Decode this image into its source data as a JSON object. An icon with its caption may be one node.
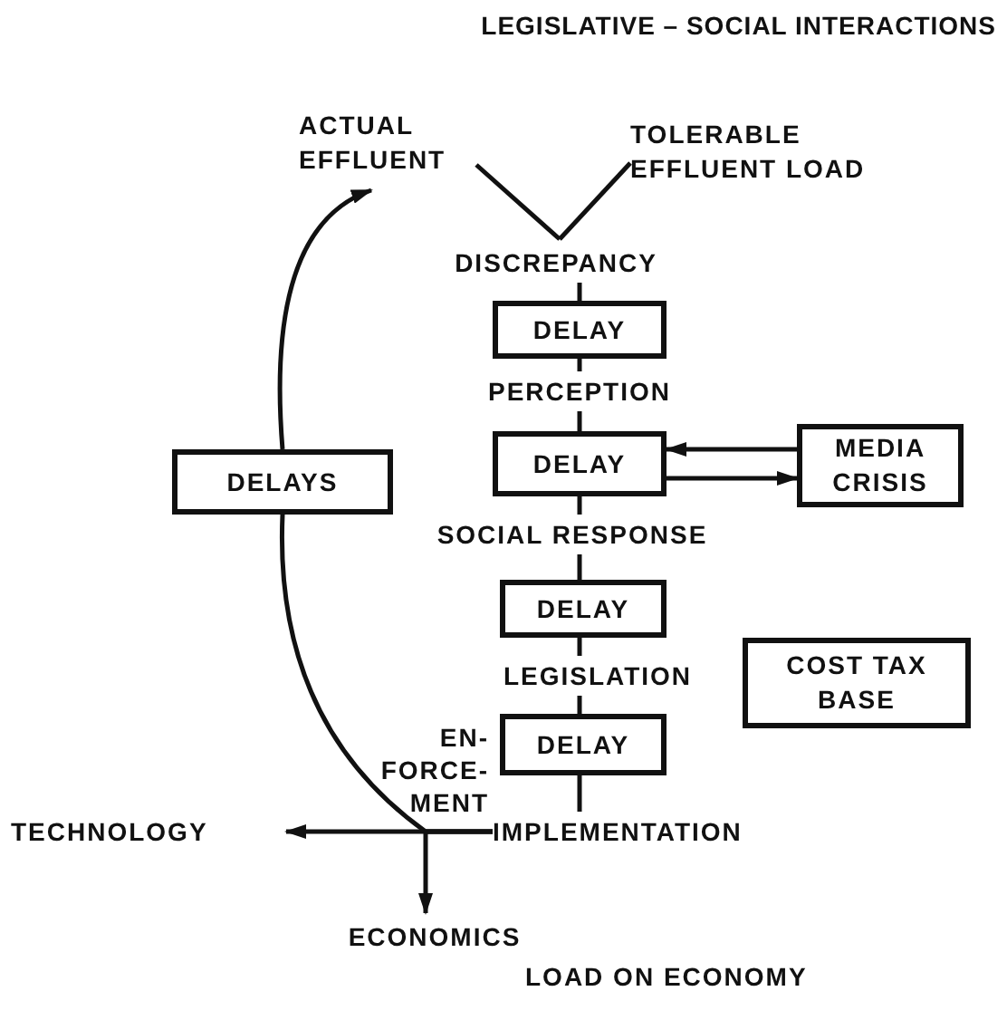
{
  "diagram": {
    "title": "LEGISLATIVE – SOCIAL INTERACTIONS",
    "nodes": [
      {
        "text": [
          "ACTUAL EFFLUENT"
        ]
      },
      {
        "text": [
          "TOLERABLE EFFLUENT LOAD"
        ]
      },
      {
        "text": [
          "DISCREPANCY"
        ]
      },
      {
        "text": [
          "DELAY"
        ]
      },
      {
        "text": [
          "PERCEPTION"
        ]
      },
      {
        "text": [
          "DELAY"
        ]
      },
      {
        "text": [
          "MEDIA CRISIS"
        ]
      },
      {
        "text": [
          "SOCIAL RESPONSE"
        ]
      },
      {
        "text": [
          "DELAY"
        ]
      },
      {
        "text": [
          "LEGISLATION"
        ]
      },
      {
        "text": [
          "COST TAX BASE"
        ]
      },
      {
        "text": [
          "DELAY"
        ]
      },
      {
        "text": [
          "IMPLEMENTATION"
        ]
      },
      {
        "text": [
          "TECHNOLOGY"
        ]
      },
      {
        "text": [
          "ECONOMICS"
        ]
      },
      {
        "text": [
          "DELAYS"
        ]
      }
    ],
    "edges": [
      {
        "from": 0,
        "to": 2,
        "arrow": "none"
      },
      {
        "from": 1,
        "to": 2,
        "arrow": "none"
      },
      {
        "from": 2,
        "to": 3,
        "arrow": "none"
      },
      {
        "from": 3,
        "to": 4,
        "arrow": "none"
      },
      {
        "from": 4,
        "to": 5,
        "arrow": "none"
      },
      {
        "from": 6,
        "to": 5,
        "arrow": "to"
      },
      {
        "from": 5,
        "to": 6,
        "arrow": "to"
      },
      {
        "from": 5,
        "to": 7,
        "arrow": "none"
      },
      {
        "from": 7,
        "to": 8,
        "arrow": "none"
      },
      {
        "from": 8,
        "to": 9,
        "arrow": "none"
      },
      {
        "from": 9,
        "to": 11,
        "arrow": "none"
      },
      {
        "from": 11,
        "to": 12,
        "arrow": "none"
      },
      {
        "from": 12,
        "to": 13,
        "arrow": "to"
      },
      {
        "from": 12,
        "to": 14,
        "arrow": "to"
      },
      {
        "from": 12,
        "to": 15,
        "arrow": "none"
      },
      {
        "from": 15,
        "to": 0,
        "arrow": "to"
      }
    ],
    "labels": [
      "EN- FORCE- MENT",
      "LOAD ON ECONOMY"
    ]
  }
}
